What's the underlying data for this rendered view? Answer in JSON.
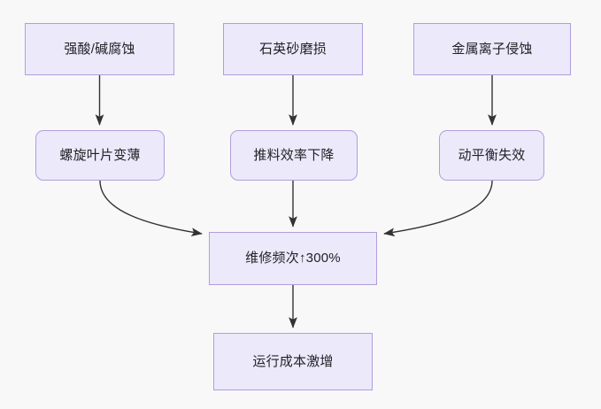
{
  "diagram": {
    "type": "flowchart",
    "direction": "top-down",
    "background_color": "#f8f8f9",
    "node_fill_color": "#ece9fb",
    "node_border_color": "#b39ddb",
    "edge_color": "#333333",
    "text_color": "#222226",
    "nodes": [
      {
        "id": "acid-corrosion",
        "label": "强酸/碱腐蚀",
        "row": 1,
        "shape": "rectangle"
      },
      {
        "id": "sand-abrasion",
        "label": "石英砂磨损",
        "row": 1,
        "shape": "rectangle"
      },
      {
        "id": "metal-ion-erosion",
        "label": "金属离子侵蚀",
        "row": 1,
        "shape": "rectangle"
      },
      {
        "id": "blade-thinning",
        "label": "螺旋叶片变薄",
        "row": 2,
        "shape": "rounded-rectangle"
      },
      {
        "id": "feed-efficiency-drop",
        "label": "推料效率下降",
        "row": 2,
        "shape": "rounded-rectangle"
      },
      {
        "id": "dynamic-balance-fail",
        "label": "动平衡失效",
        "row": 2,
        "shape": "rounded-rectangle"
      },
      {
        "id": "maintenance-frequency",
        "label": "维修频次↑300%",
        "row": 3,
        "shape": "rectangle"
      },
      {
        "id": "operating-cost-surge",
        "label": "运行成本激增",
        "row": 4,
        "shape": "rectangle"
      }
    ],
    "edges": [
      {
        "from": "acid-corrosion",
        "to": "blade-thinning",
        "style": "straight",
        "arrow": "end"
      },
      {
        "from": "sand-abrasion",
        "to": "feed-efficiency-drop",
        "style": "straight",
        "arrow": "end"
      },
      {
        "from": "metal-ion-erosion",
        "to": "dynamic-balance-fail",
        "style": "straight",
        "arrow": "end"
      },
      {
        "from": "blade-thinning",
        "to": "maintenance-frequency",
        "style": "curved",
        "arrow": "end"
      },
      {
        "from": "feed-efficiency-drop",
        "to": "maintenance-frequency",
        "style": "straight",
        "arrow": "end"
      },
      {
        "from": "dynamic-balance-fail",
        "to": "maintenance-frequency",
        "style": "curved",
        "arrow": "end"
      },
      {
        "from": "maintenance-frequency",
        "to": "operating-cost-surge",
        "style": "straight",
        "arrow": "end"
      }
    ]
  }
}
